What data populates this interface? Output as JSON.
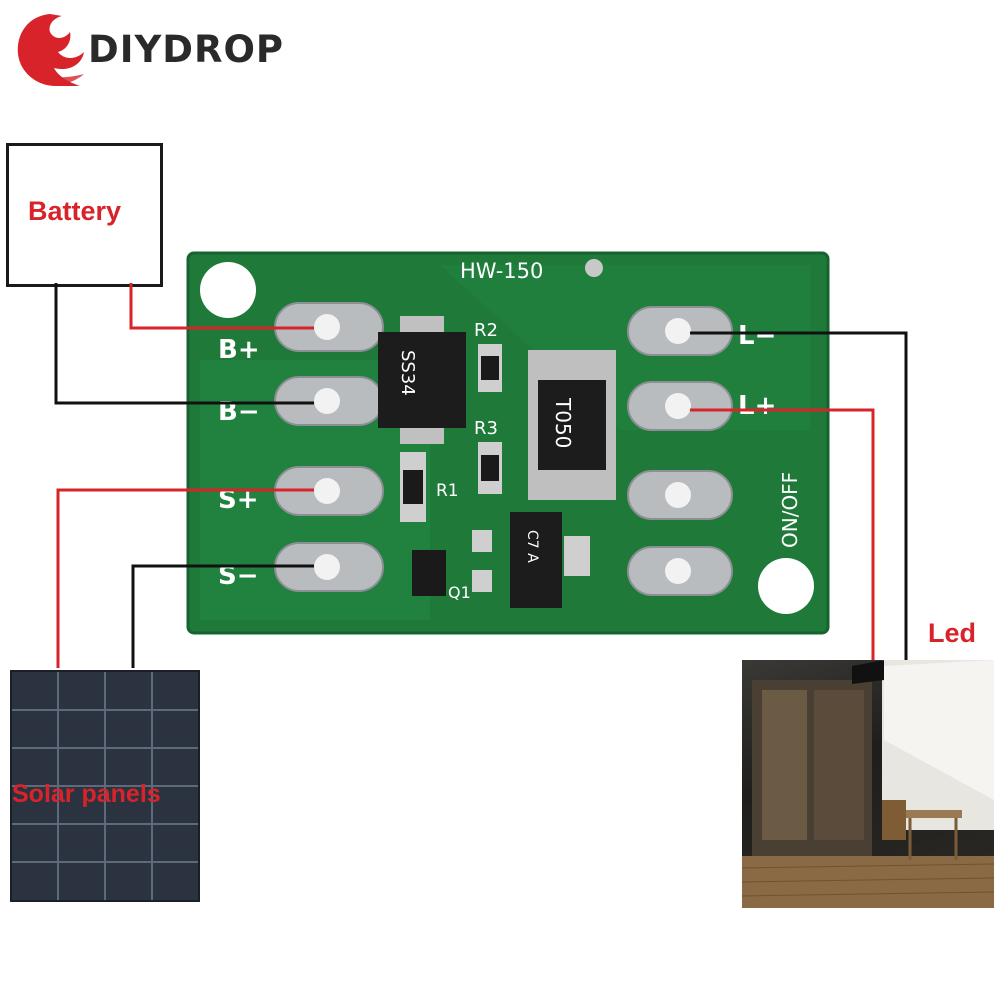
{
  "logo": {
    "text": "DIYDROP",
    "icon": "wave-logo-icon",
    "color": "#d8232a"
  },
  "battery": {
    "label": "Battery"
  },
  "board": {
    "model": "HW-150",
    "color": "#1f7a3a",
    "pads_left": [
      "B+",
      "B−",
      "S+",
      "S−"
    ],
    "pads_right": [
      "L−",
      "L+"
    ],
    "switch_label": "ON/OFF",
    "components": {
      "diode": "SS34",
      "ic": "T050",
      "resistors": [
        "R2",
        "R3",
        "R1"
      ],
      "transistor": "Q1",
      "ic2": "C7 A"
    }
  },
  "solar": {
    "label": "Solar panels"
  },
  "led": {
    "label": "Led"
  },
  "colors": {
    "positive_wire": "#d8232a",
    "negative_wire": "#111111",
    "label_red": "#d8232a"
  }
}
